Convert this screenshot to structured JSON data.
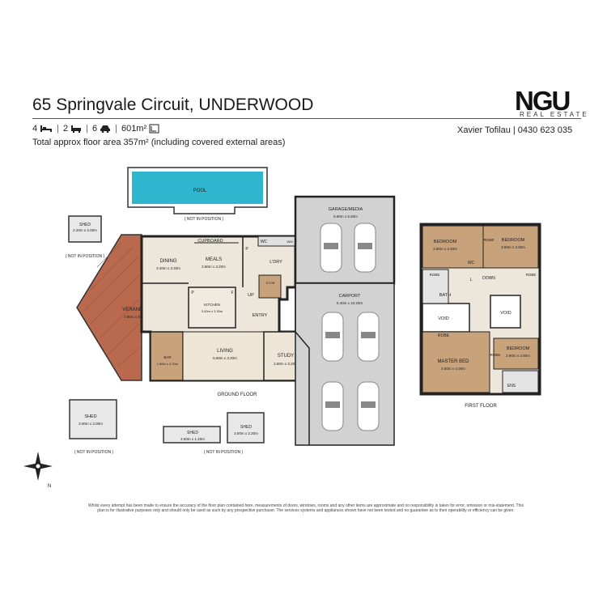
{
  "header": {
    "title": "65 Springvale Circuit, UNDERWOOD",
    "beds": "4",
    "baths": "2",
    "cars": "6",
    "land": "601m²",
    "area_text": "Total approx floor area 357m² (including covered external areas)",
    "agent": "Xavier Tofilau | 0430 623 035"
  },
  "brand": {
    "logo": "NGU",
    "sub": "REAL ESTATE",
    "color": "#111111"
  },
  "icons": [
    "bed-icon",
    "bath-icon",
    "car-icon",
    "land-icon",
    "compass-icon"
  ],
  "colors": {
    "pool": "#2fb6cf",
    "tile": "#ece7da",
    "timber": "#c8a27a",
    "deck": "#b9694d",
    "garage": "#d2d2d2",
    "wall": "#222222"
  },
  "ground": {
    "label": "GROUND FLOOR",
    "pool": "POOL",
    "not_in_position": "( NOT IN POSITION )",
    "not_in_position_b": "( NOT IN POSITION )",
    "not_in_position_c": "( NOT IN POSITION )",
    "not_in_position_d": "( NOT IN POSITION )",
    "shed_a": {
      "name": "SHED",
      "dim": "2.20m x 2.00m"
    },
    "shed_b": {
      "name": "SHED",
      "dim": "3.00m x 3.00m"
    },
    "shed_c": {
      "name": "SHED",
      "dim": "4.50m x 1.20m"
    },
    "shed_d": {
      "name": "SHED",
      "dim": "3.00m x 2.20m"
    },
    "garage": {
      "name": "GARAGE/MEDIA",
      "dim": "5.80m x 5.60m"
    },
    "carport": {
      "name": "CARPORT",
      "dim": "5.40m x 10.20m"
    },
    "cupboard": "CUPBOARD",
    "wc": "WC",
    "wm": "WM",
    "dining": {
      "name": "DINING",
      "dim": "3.40m x 3.30m"
    },
    "meals": {
      "name": "MEALS",
      "dim": "3.80m x 3.20m"
    },
    "p1": "P",
    "p2": "P",
    "fridge": "F",
    "laundry": "L'DRY",
    "stor": "STOR",
    "up": "UP",
    "kitchen": {
      "name": "KITCHEN",
      "dim": "3.00m x 3.30m"
    },
    "verandah": {
      "name": "VERANDAH",
      "dim": "7.80m x 9.50m"
    },
    "entry": "ENTRY",
    "bar": {
      "name": "BAR",
      "dim": "1.80m x 3.20m"
    },
    "living": {
      "name": "LIVING",
      "dim": "5.60m x 3.20m"
    },
    "study": {
      "name": "STUDY",
      "dim": "2.60m x 3.20m"
    }
  },
  "first": {
    "label": "FIRST FLOOR",
    "bed1": {
      "name": "BEDROOM",
      "dim": "2.90m x 3.40m"
    },
    "wc": "WC",
    "robe1": "ROBE",
    "bed2": {
      "name": "BEDROOM",
      "dim": "3.60m x 3.00m"
    },
    "robe2": "ROBE",
    "robe3": "ROBE",
    "l": "L",
    "down": "DOWN",
    "bath": "BATH",
    "void1": "VOID",
    "void2": "VOID",
    "robe4": "ROBE",
    "robe5": "ROBE",
    "master": {
      "name": "MASTER BED",
      "dim": "4.50m x 4.00m"
    },
    "bed3": {
      "name": "BEDROOM",
      "dim": "2.90m x 2.50m"
    },
    "ens": "ENS"
  },
  "disclaimer": "Whilst every attempt has been made to ensure the accuracy of the floor plan contained here, measurements of doors, windows, rooms and any other items are approximate and no responsibility is taken for error, omission or mis-statement. This plan is for illustrative purposes only and should only be used as such by any prospective purchaser. The services systems and appliances shown have not been tested and no guarantee as to their operability or efficiency can be given."
}
